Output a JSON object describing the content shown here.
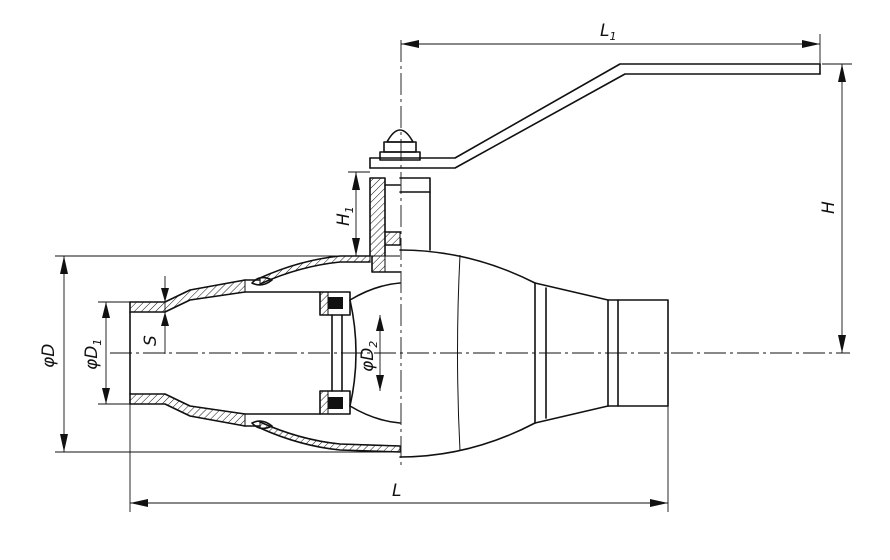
{
  "dimensions": {
    "L": "L",
    "L1_main": "L",
    "L1_sub": "1",
    "H": "H",
    "H1_main": "H",
    "H1_sub": "1",
    "D": "φD",
    "D1_main": "φD",
    "D1_sub": "1",
    "D2_main": "φD",
    "D2_sub": "2",
    "S": "S"
  },
  "colors": {
    "line": "#111111",
    "background": "#ffffff"
  }
}
